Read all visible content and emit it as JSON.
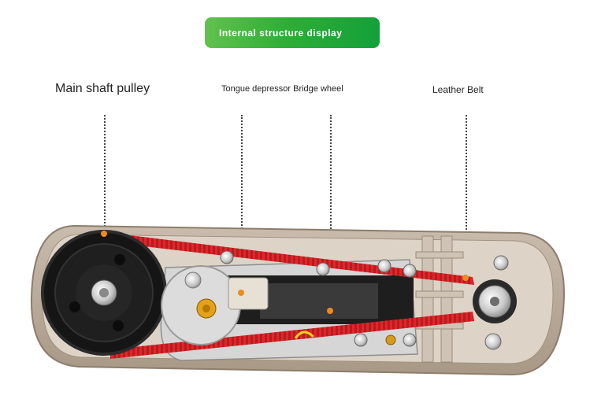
{
  "banner": {
    "text": "Internal structure display"
  },
  "labels": {
    "main_shaft_pulley": "Main shaft pulley",
    "tongue_bridge": "Tongue depressor Bridge wheel",
    "leather_belt": "Leather Belt"
  },
  "colors": {
    "banner_green": "#2fae36",
    "belt_red": "#e0262b",
    "marker_orange": "#f08a1c",
    "housing_beige": "#b8a998",
    "pulley_black": "#1a1a1a"
  }
}
